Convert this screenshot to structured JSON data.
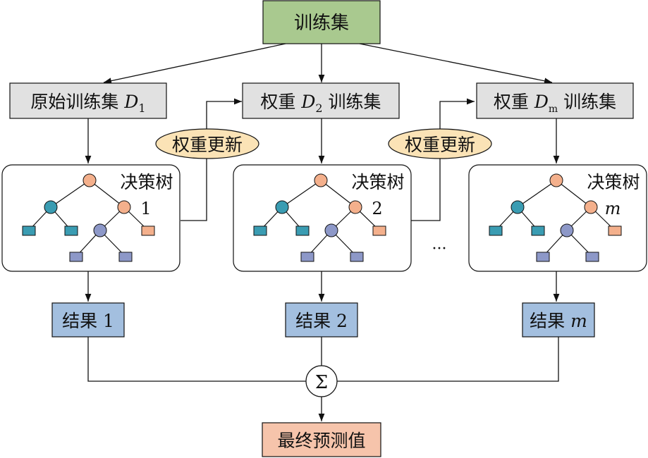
{
  "top": {
    "label": "训练集",
    "color": "#a9c98f"
  },
  "sets": [
    {
      "prefix": "原始训练集 ",
      "var": "D",
      "sub": "1",
      "suffix": ""
    },
    {
      "prefix": "权重 ",
      "var": "D",
      "sub": "2",
      "suffix": " 训练集"
    },
    {
      "prefix": "权重 ",
      "var": "D",
      "sub": "m",
      "suffix": " 训练集"
    }
  ],
  "update_label": "权重更新",
  "tree_label": "决策树",
  "tree_ids": [
    "1",
    "2",
    "m"
  ],
  "ellipsis": "···",
  "results": [
    {
      "label": "结果 ",
      "var": "1"
    },
    {
      "label": "结果 ",
      "var": "2"
    },
    {
      "label": "结果 ",
      "var": "m"
    }
  ],
  "sum_symbol": "Σ",
  "final": {
    "label": "最终预测值",
    "color": "#f6c4ab"
  },
  "colors": {
    "set_box": "#e1e1e1",
    "update_ellipse": "#fbe3b6",
    "result_box": "#a3bfdf",
    "node_orange": "#f4b08c",
    "node_teal": "#3a9cb2",
    "node_purple": "#8d98c8"
  }
}
